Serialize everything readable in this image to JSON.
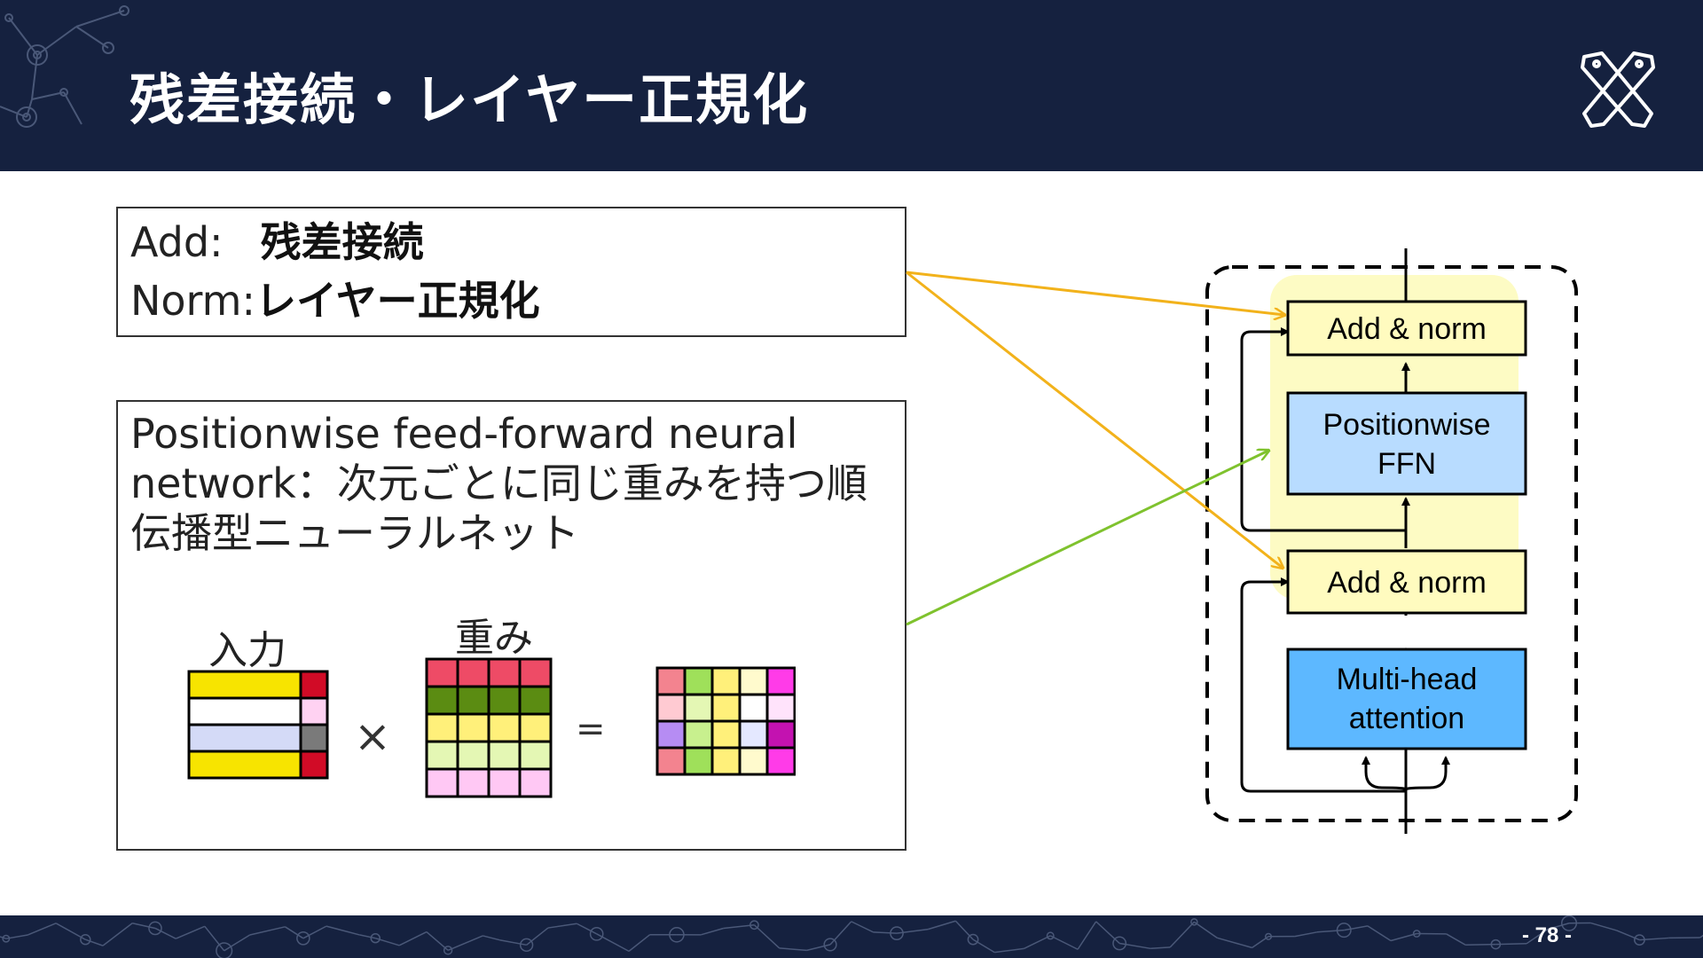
{
  "slide": {
    "title": "残差接続・レイヤー正規化",
    "page_number": "- 78 -"
  },
  "add_norm_box": {
    "add_label": "Add:",
    "add_text": "残差接続",
    "norm_label": "Norm:",
    "norm_text": "レイヤー正規化"
  },
  "ffn_box": {
    "desc_en": "Positionwise feed-forward neural network",
    "desc_sep": "：",
    "desc_jp": "次元ごとに同じ重みを持つ順伝播型ニューラルネット",
    "input_label": "入力",
    "weight_label": "重み",
    "times_symbol": "×",
    "equals_symbol": "="
  },
  "diagram": {
    "top_add_norm": "Add & norm",
    "ffn_line1": "Positionwise",
    "ffn_line2": "FFN",
    "bottom_add_norm": "Add & norm",
    "mha_line1": "Multi-head",
    "mha_line2": "attention"
  },
  "colors": {
    "header_bg": "#15213f",
    "add_norm_fill": "#fffbbf",
    "ffn_fill": "#b8dcff",
    "mha_fill": "#5db8ff",
    "highlight_bg": "#fdfbc4",
    "arrow_orange": "#f2b21b",
    "arrow_green": "#7fc22e"
  },
  "matrices": {
    "input": {
      "main_colors": [
        "#f7e400",
        "#ffffff",
        "#d4daf7",
        "#f7e400"
      ],
      "side_colors": [
        "#d10b26",
        "#ffd2f2",
        "#7a7a7a",
        "#d10b26"
      ]
    },
    "weight": {
      "rows": [
        [
          "#ee4b66",
          "#ee4b66",
          "#ee4b66",
          "#ee4b66"
        ],
        [
          "#5b8c12",
          "#5b8c12",
          "#5b8c12",
          "#5b8c12"
        ],
        [
          "#fff07a",
          "#fff07a",
          "#fff07a",
          "#fff07a"
        ],
        [
          "#e4f7b4",
          "#e4f7b4",
          "#e4f7b4",
          "#e4f7b4"
        ],
        [
          "#ffc8f4",
          "#ffc8f4",
          "#ffc8f4",
          "#ffc8f4"
        ]
      ]
    },
    "output": {
      "rows": [
        [
          "#f3838f",
          "#9fe05a",
          "#fff07a",
          "#fffacd",
          "#ff3be8"
        ],
        [
          "#ffcad2",
          "#e4f7b4",
          "#fff07a",
          "#ffffff",
          "#ffe3fb"
        ],
        [
          "#b68cf3",
          "#c8f08e",
          "#fff07a",
          "#e4e8ff",
          "#c312b0"
        ],
        [
          "#f3838f",
          "#9fe05a",
          "#fff07a",
          "#fffacd",
          "#ff3be8"
        ]
      ]
    }
  }
}
